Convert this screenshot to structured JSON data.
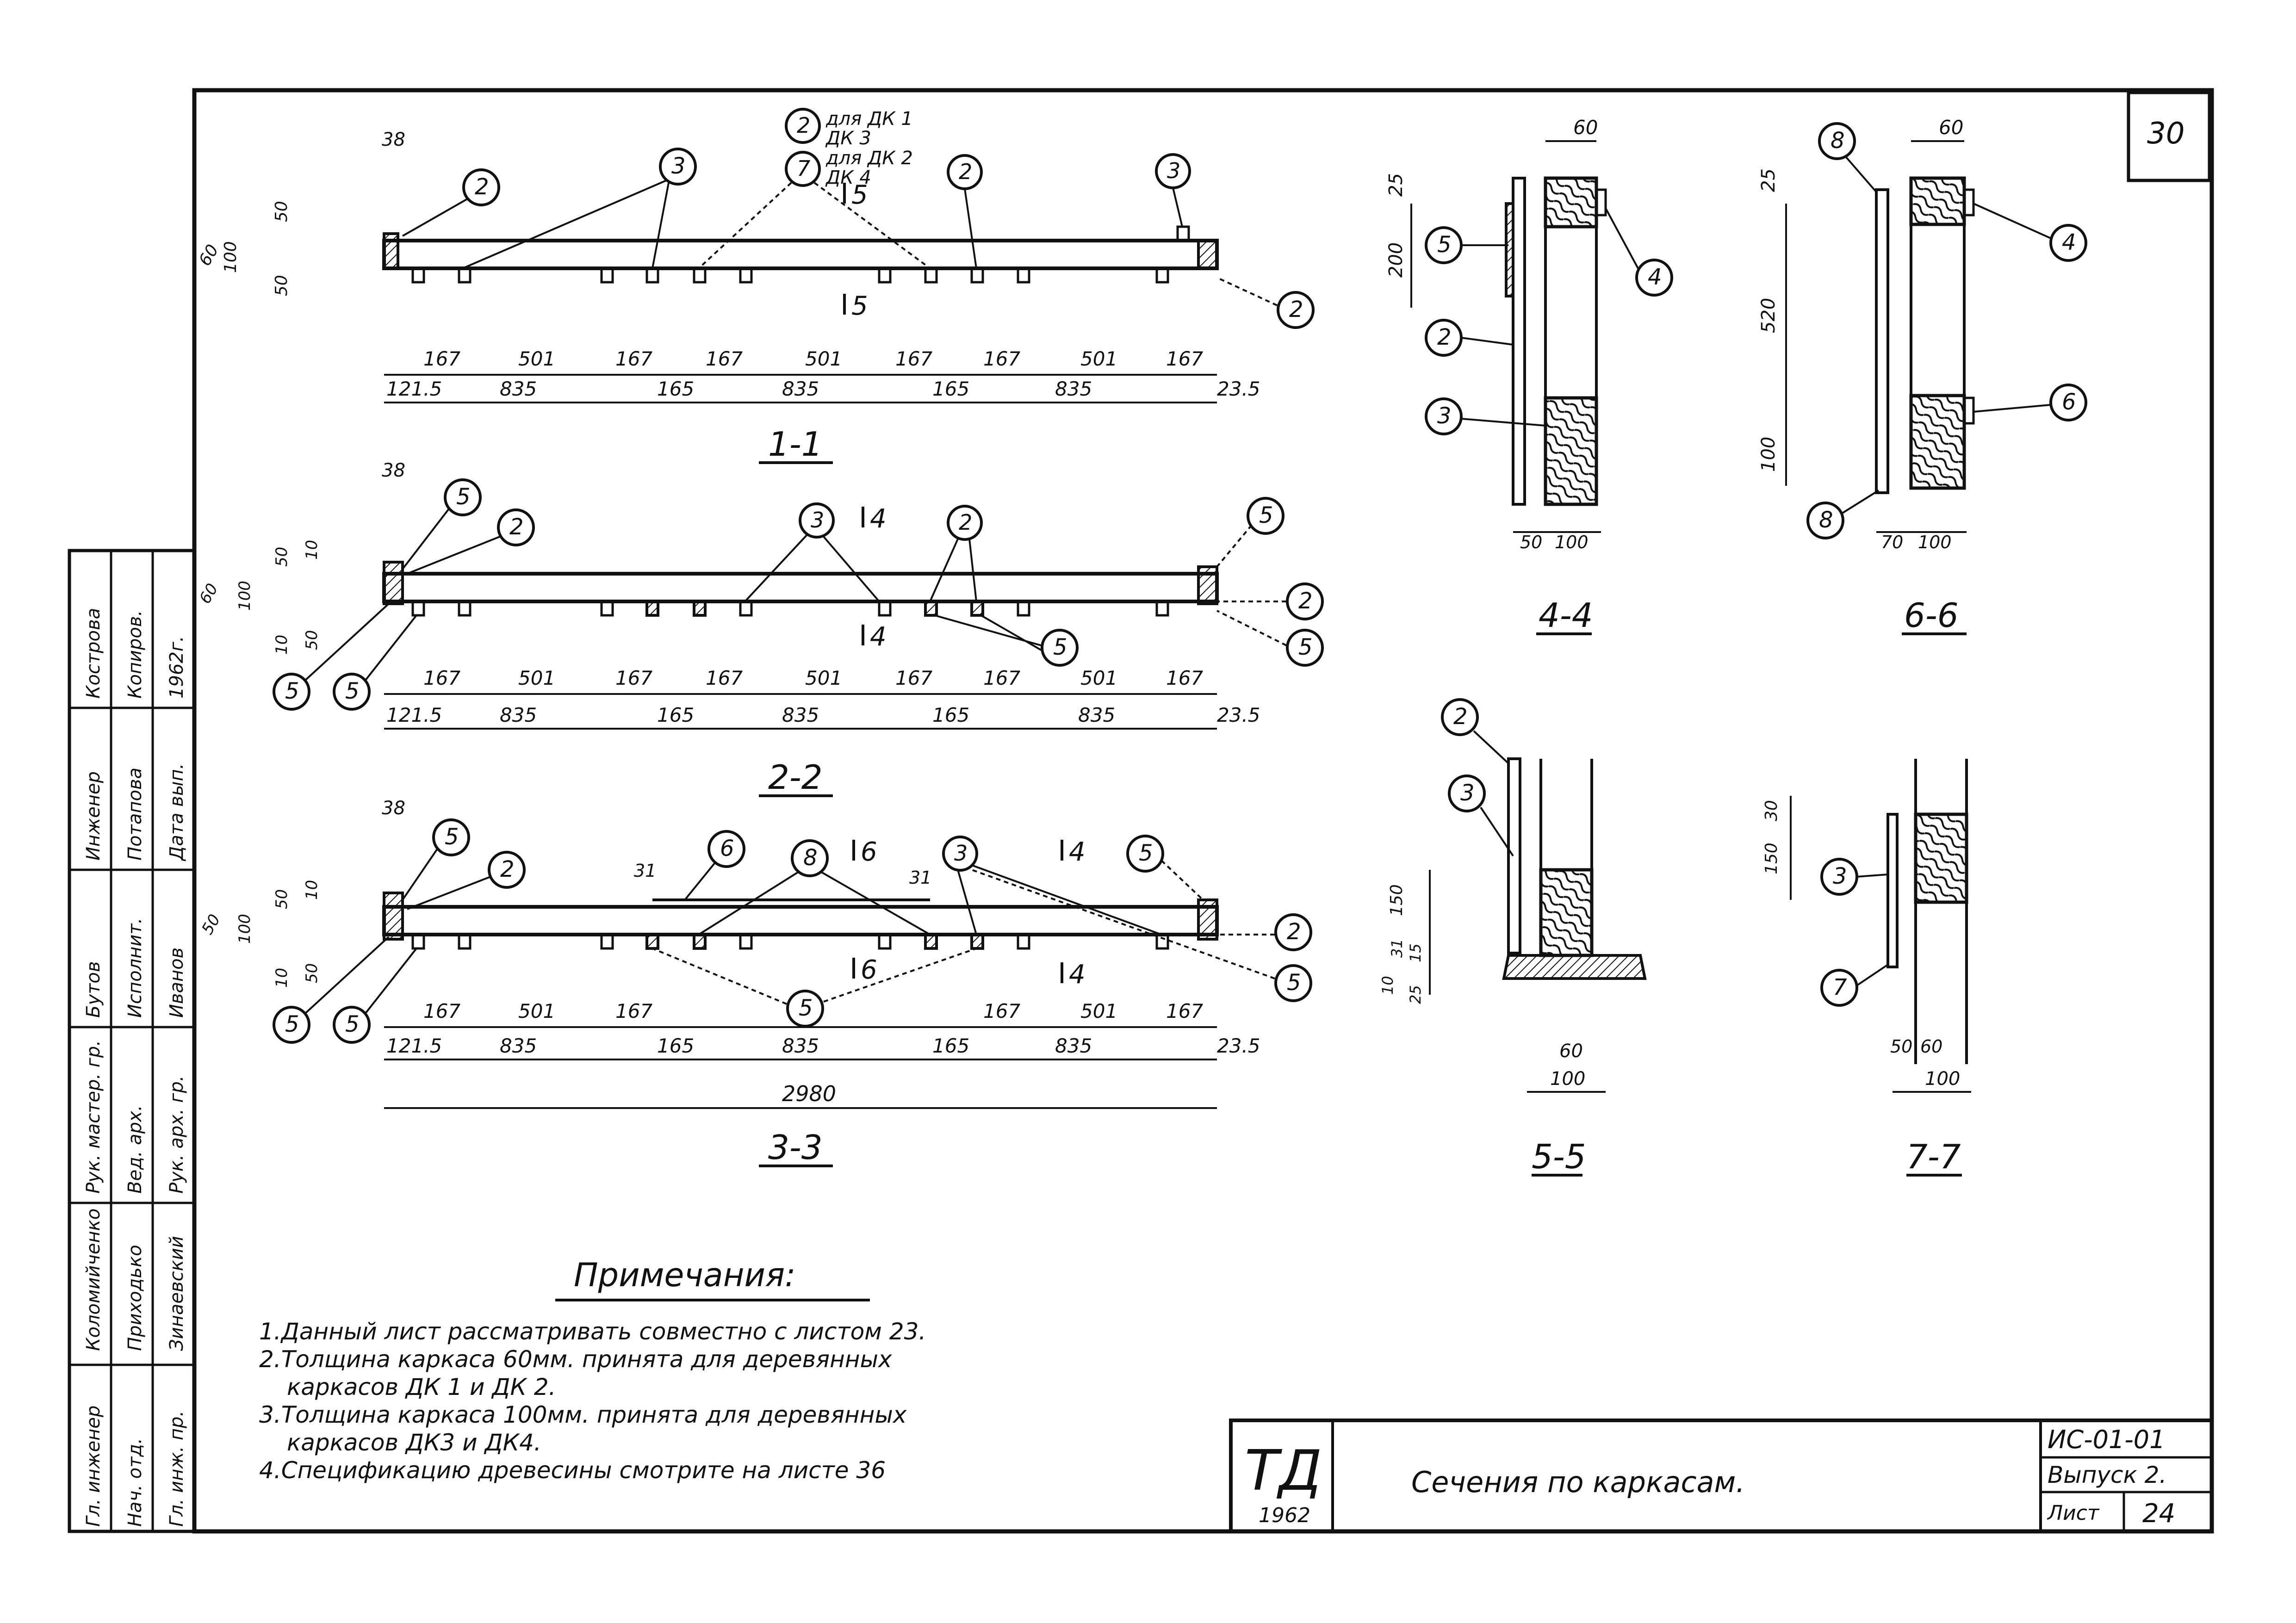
{
  "sheet": {
    "sheet_number_top": "30",
    "main_title": "Сечения по каркасам.",
    "code": "ИС-01-01",
    "issue": "Выпуск 2.",
    "sheet_label": "Лист",
    "sheet_number": "24",
    "logo_text": "ТД",
    "logo_year": "1962"
  },
  "notes": {
    "title": "Примечания:",
    "items": [
      "1.Данный лист рассматривать совместно с листом 23.",
      "2.Толщина каркаса 60мм. принята для деревянных",
      "каркасов ДК 1 и ДК 2.",
      "3.Толщина каркаса 100мм. принята для деревянных",
      "каркасов ДК3 и ДК4.",
      "4.Спецификацию древесины смотрите на листе 36"
    ]
  },
  "stamp": {
    "rows": [
      [
        "Гл. инженер",
        "Коломийченко",
        "Рук. мастер. гр.",
        "Бутов",
        "Инженер",
        "Кострова"
      ],
      [
        "Нач. отд.",
        "Приходько",
        "Вед. арх.",
        "Исполнит.",
        "Потапова",
        "Копиров."
      ],
      [
        "Гл. инж. пр.",
        "Зинаевский",
        "Рук. арх. гр.",
        "Иванов",
        "Дата вып.",
        "1962г."
      ]
    ]
  },
  "sections": {
    "s11": {
      "title": "1-1",
      "callouts": [
        "2",
        "3",
        "2",
        "7",
        "2",
        "3",
        "2"
      ],
      "note_lines": [
        "для ДК 1",
        "ДК 3",
        "для ДК 2",
        "ДК 4"
      ],
      "cut_marks": [
        "5",
        "5"
      ],
      "dims_left": [
        "38",
        "50",
        "50",
        "60",
        "100"
      ],
      "dims_row1": [
        "167",
        "501",
        "167",
        "167",
        "501",
        "167",
        "167",
        "501",
        "167"
      ],
      "dims_row2": [
        "121.5",
        "835",
        "165",
        "835",
        "165",
        "835",
        "23.5"
      ]
    },
    "s22": {
      "title": "2-2",
      "callouts": [
        "5",
        "2",
        "3",
        "2",
        "5",
        "2",
        "5",
        "5",
        "5",
        "5"
      ],
      "cut_marks": [
        "4",
        "4"
      ],
      "dims_left": [
        "38",
        "50",
        "10",
        "10",
        "50",
        "60",
        "100"
      ],
      "dims_row1": [
        "167",
        "501",
        "167",
        "167",
        "501",
        "167",
        "167",
        "501",
        "167"
      ],
      "dims_row2": [
        "121.5",
        "835",
        "165",
        "835",
        "165",
        "835",
        "23.5"
      ]
    },
    "s33": {
      "title": "3-3",
      "callouts": [
        "5",
        "2",
        "6",
        "8",
        "3",
        "5",
        "2",
        "5",
        "5",
        "5"
      ],
      "cut_marks": [
        "6",
        "6",
        "4",
        "4"
      ],
      "dims_small": [
        "31",
        "31"
      ],
      "dims_left": [
        "38",
        "50",
        "10",
        "10",
        "50",
        "50",
        "100"
      ],
      "dims_row1": [
        "167",
        "501",
        "167",
        "167",
        "501",
        "167"
      ],
      "dims_row2": [
        "121.5",
        "835",
        "165",
        "835",
        "165",
        "835",
        "23.5"
      ],
      "overall": "2980"
    },
    "s44": {
      "title": "4-4",
      "callouts": [
        "5",
        "2",
        "3",
        "4"
      ],
      "dims": [
        "60",
        "25",
        "200",
        "50",
        "100"
      ]
    },
    "s66": {
      "title": "6-6",
      "callouts": [
        "8",
        "4",
        "6",
        "8"
      ],
      "dims": [
        "60",
        "25",
        "520",
        "100",
        "70",
        "100"
      ]
    },
    "s55": {
      "title": "5-5",
      "callouts": [
        "2",
        "3"
      ],
      "dims": [
        "150",
        "31",
        "15",
        "10",
        "25",
        "60",
        "100"
      ]
    },
    "s77": {
      "title": "7-7",
      "callouts": [
        "3",
        "7"
      ],
      "dims": [
        "30",
        "150",
        "50",
        "60",
        "100"
      ]
    }
  }
}
